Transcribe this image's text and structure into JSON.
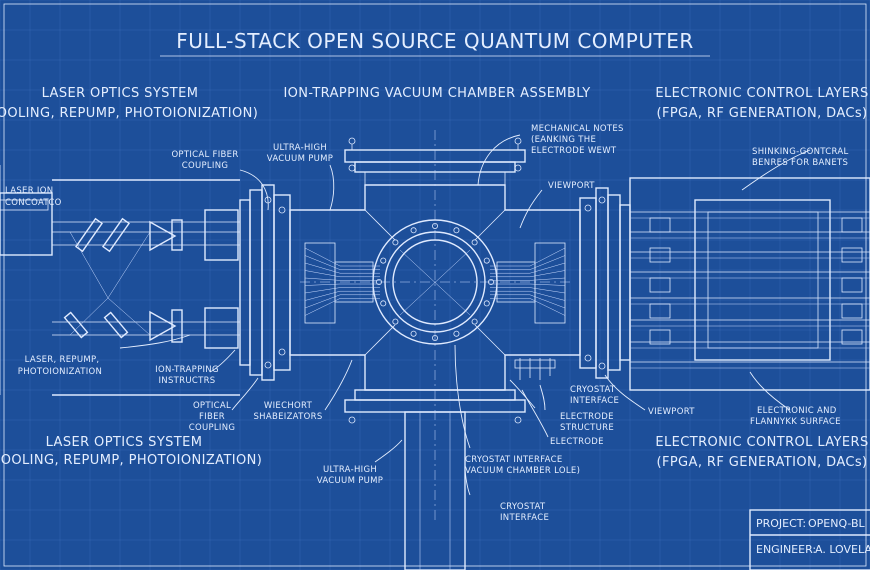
{
  "title": "FULL-STACK OPEN SOURCE QUANTUM COMPUTER",
  "sections": {
    "left_top": {
      "title": "LASER OPTICS SYSTEM",
      "subtitle": "(COOLING, REPUMP, PHOTOIONIZATION)"
    },
    "center_top": {
      "title": "ION-TRAPPING VACUUM CHAMBER ASSEMBLY"
    },
    "right_top": {
      "title": "ELECTRONIC CONTROL LAYERS",
      "subtitle": "(FPGA, RF GENERATION, DACs)"
    },
    "left_bottom": {
      "title": "LASER OPTICS SYSTEM",
      "subtitle": "(COOLING, REPUMP, PHOTOIONIZATION)"
    },
    "right_bottom": {
      "title": "ELECTRONIC CONTROL LAYERS",
      "subtitle": "(FPGA, RF GENERATION, DACs)"
    }
  },
  "labels": {
    "laser_ion_1": "LASER ION",
    "laser_ion_2": "CONCOATCO",
    "optical_fiber_top_1": "OPTICAL FIBER",
    "optical_fiber_top_2": "COUPLING",
    "uhv_pump_top_1": "ULTRA-HIGH",
    "uhv_pump_top_2": "VACUUM PUMP",
    "mech_notes_1": "MECHANICAL NOTES",
    "mech_notes_2": "(EANKING THE",
    "mech_notes_3": "ELECTRODE WEWT",
    "viewport_top": "VIEWPORT",
    "shielding_1": "SHINKING-GONTCRAL",
    "shielding_2": "BENRES FOR BANETS",
    "laser_repump_1": "LASER, REPUMP,",
    "laser_repump_2": "PHOTOIONIZATION",
    "ion_trap_instr_1": "ION-TRAPPING",
    "ion_trap_instr_2": "INSTRUCTRS",
    "optical_fiber_bottom_1": "OPTICAL",
    "optical_fiber_bottom_2": "FIBER",
    "optical_fiber_bottom_3": "COUPLING",
    "wiechort_1": "WIECHORT",
    "wiechort_2": "SHABEIZATORS",
    "cryostat_right_1": "CRYOSTAT",
    "cryostat_right_2": "INTERFACE",
    "electrode_structure_1": "ELECTRODE",
    "electrode_structure_2": "STRUCTURE",
    "electrode": "ELECTRODE",
    "viewport_bottom": "VIEWPORT",
    "electronic_surface_1": "ELECTRONIC AND",
    "electronic_surface_2": "FLANNYKK SURFACE",
    "uhv_pump_bottom_1": "ULTRA-HIGH",
    "uhv_pump_bottom_2": "VACUUM PUMP",
    "cryostat_chamber_1": "CRYOSTAT INTERFACE",
    "cryostat_chamber_2": "VACUUM CHAMBER LOLE)",
    "cryostat_bottom_1": "CRYOSTAT",
    "cryostat_bottom_2": "INTERFACE"
  },
  "title_block": {
    "project_label": "PROJECT:",
    "project_value": "OPENQ-BL",
    "engineer_label": "ENGINEER:",
    "engineer_value": "A. LOVELA"
  },
  "colors": {
    "background": "#1d4f9a",
    "line": "#dfeaff"
  }
}
